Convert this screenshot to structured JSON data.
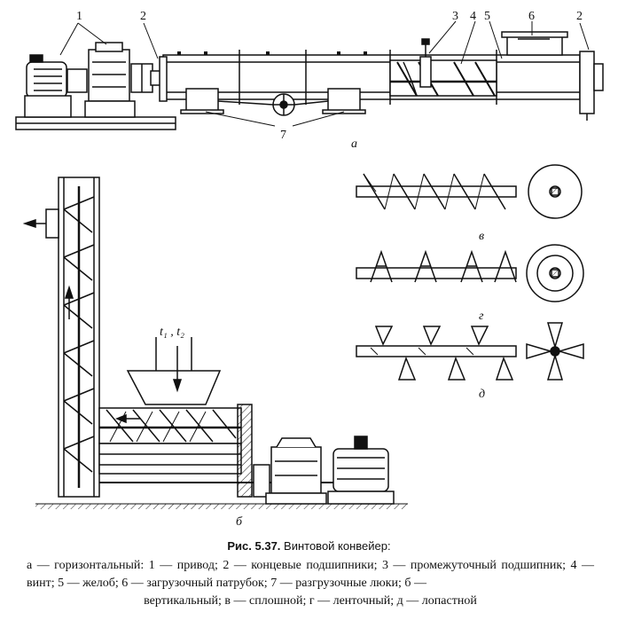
{
  "labels": {
    "drive": "1",
    "end_bearing_left": "2",
    "end_bearing_right": "2",
    "mid_bearing": "3",
    "screw": "4",
    "trough": "5",
    "inlet": "6",
    "hatches": "7",
    "view_a": "а",
    "view_b": "б",
    "view_v": "в",
    "view_g": "г",
    "view_d": "д",
    "pitch": "t₁ , t₂"
  },
  "caption": {
    "prefix": "Рис. 5.37.",
    "title": "Винтовой конвейер:"
  },
  "legend": {
    "line1": "а — горизонтальный: 1 — привод; 2 — концевые подшипники; 3 — промежуточный подшипник; 4 — винт; 5 — желоб; 6 — загрузочный патрубок; 7 — разгрузочные люки; б —",
    "line2": "вертикальный; в — сплошной; г — ленточный; д — лопастной"
  }
}
